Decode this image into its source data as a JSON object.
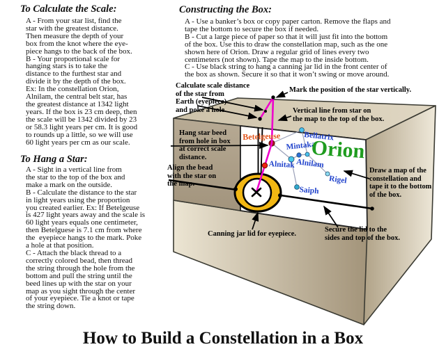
{
  "title": "How to Build a Constellation in a Box",
  "colors": {
    "thread_magenta": "#ee00cc",
    "lid_gold": "#f2b713",
    "bead_red": "#ee2211",
    "betelgeuse_star": "#a51515",
    "map_paper": "#ffffff",
    "box_tan": "#cdc2a9"
  },
  "sections": {
    "calculate_scale": {
      "heading": "To Calculate the Scale:",
      "lines": [
        "A - From your star list, find the",
        "star with the greatest distance.",
        "Then measure the depth of your",
        "box from the knot where the eye-",
        "piece hangs to the back of the box.",
        "B - Your proportional scale for",
        "hanging stars is to take the",
        "distance to the furthest star and",
        "divide it by the depth of the box.",
        "Ex: In the constellation Orion,",
        "Alnilam, the central belt star, has",
        "the greatest distance at 1342 light",
        "years. If the box is 23 cm deep, then",
        "the scale will be 1342 divided by 23",
        "or 58.3 light years per cm. It is good",
        "to rounds up a little, so we will use",
        "60 light years per cm as our scale."
      ]
    },
    "hang_a_star": {
      "heading": "To Hang a Star:",
      "lines": [
        "A - Sight in a vertical line from",
        "the star to the top of the box and",
        "make a mark on the outside.",
        "B - Calculate the distance to the star",
        "in light years using the proportion",
        "you created earlier. Ex: If Betelgeuse",
        "is 427 light years away and the scale is",
        "60 light years equals one centimeter,",
        "then Betelguese is 7.1 cm from where",
        "the  eyepiece hangs to the mark. Poke",
        "a hole at that position.",
        "C - Attach the black thread to a",
        "correctly colored bead, then thread",
        "the string through the hole from the",
        "bottom and pull the string until the",
        "beed lines up with the star on your",
        "map as you sight through the center",
        "of your eyepiece. Tie a knot or tape",
        "the string down."
      ]
    },
    "constructing_box": {
      "heading": "Constructing the Box:",
      "lines": [
        "A - Use a banker’s box or copy paper carton. Remove the flaps and",
        "tape the bottom to secure the box if needed.",
        "B - Cut a large piece of paper so that it will just fit into the bottom",
        "of the box. Use this to draw the constellation map, such as the one",
        "shown here of Orion. Draw a regular grid of lines every two",
        "centimeters (not shown). Tape the map to the inside bottom.",
        "C - Use black string to hang a canning jar lid in the front center of",
        "the box as shown. Secure it so that it won’t swing or move around."
      ]
    }
  },
  "diagram": {
    "labels": {
      "calc": [
        "Calculate scale distance",
        "of the star from",
        "Earth (eyepiece)",
        "and poke a hole."
      ],
      "mark": "Mark the position of the star vertically.",
      "vertical": [
        "Vertical line from star on",
        "the map to the top of the box."
      ],
      "hang": [
        "Hang star beed",
        "from hole in box",
        "at correct scale",
        "distance."
      ],
      "align": [
        "Align the bead",
        "with the star on",
        "the map."
      ],
      "draw": [
        "Draw a map of the",
        "constellation and",
        "tape it to the bottom",
        "of the box."
      ],
      "canning": "Canning jar lid for eyepiece.",
      "secure": [
        "Secure the lid to the",
        "sides and top of the box."
      ]
    },
    "map": {
      "constellation_title": "Orion",
      "title_color": "#1f9c1f",
      "star_name_color": "#2244cc",
      "stars": [
        {
          "name": "Betelgeuse",
          "dot_color": "#a51515",
          "name_color": "#e2571e"
        },
        {
          "name": "Bellatrix",
          "dot_color": "#4ac3ee"
        },
        {
          "name": "Mintaka",
          "dot_color": "#4ac3ee"
        },
        {
          "name": "Alnilam",
          "dot_color": "#2e6fd6"
        },
        {
          "name": "Alnitak",
          "dot_color": "#4ac8e8"
        },
        {
          "name": "Rigel",
          "dot_color": "#8edcf2"
        },
        {
          "name": "Saiph",
          "dot_color": "#2fa9cc"
        }
      ]
    }
  }
}
